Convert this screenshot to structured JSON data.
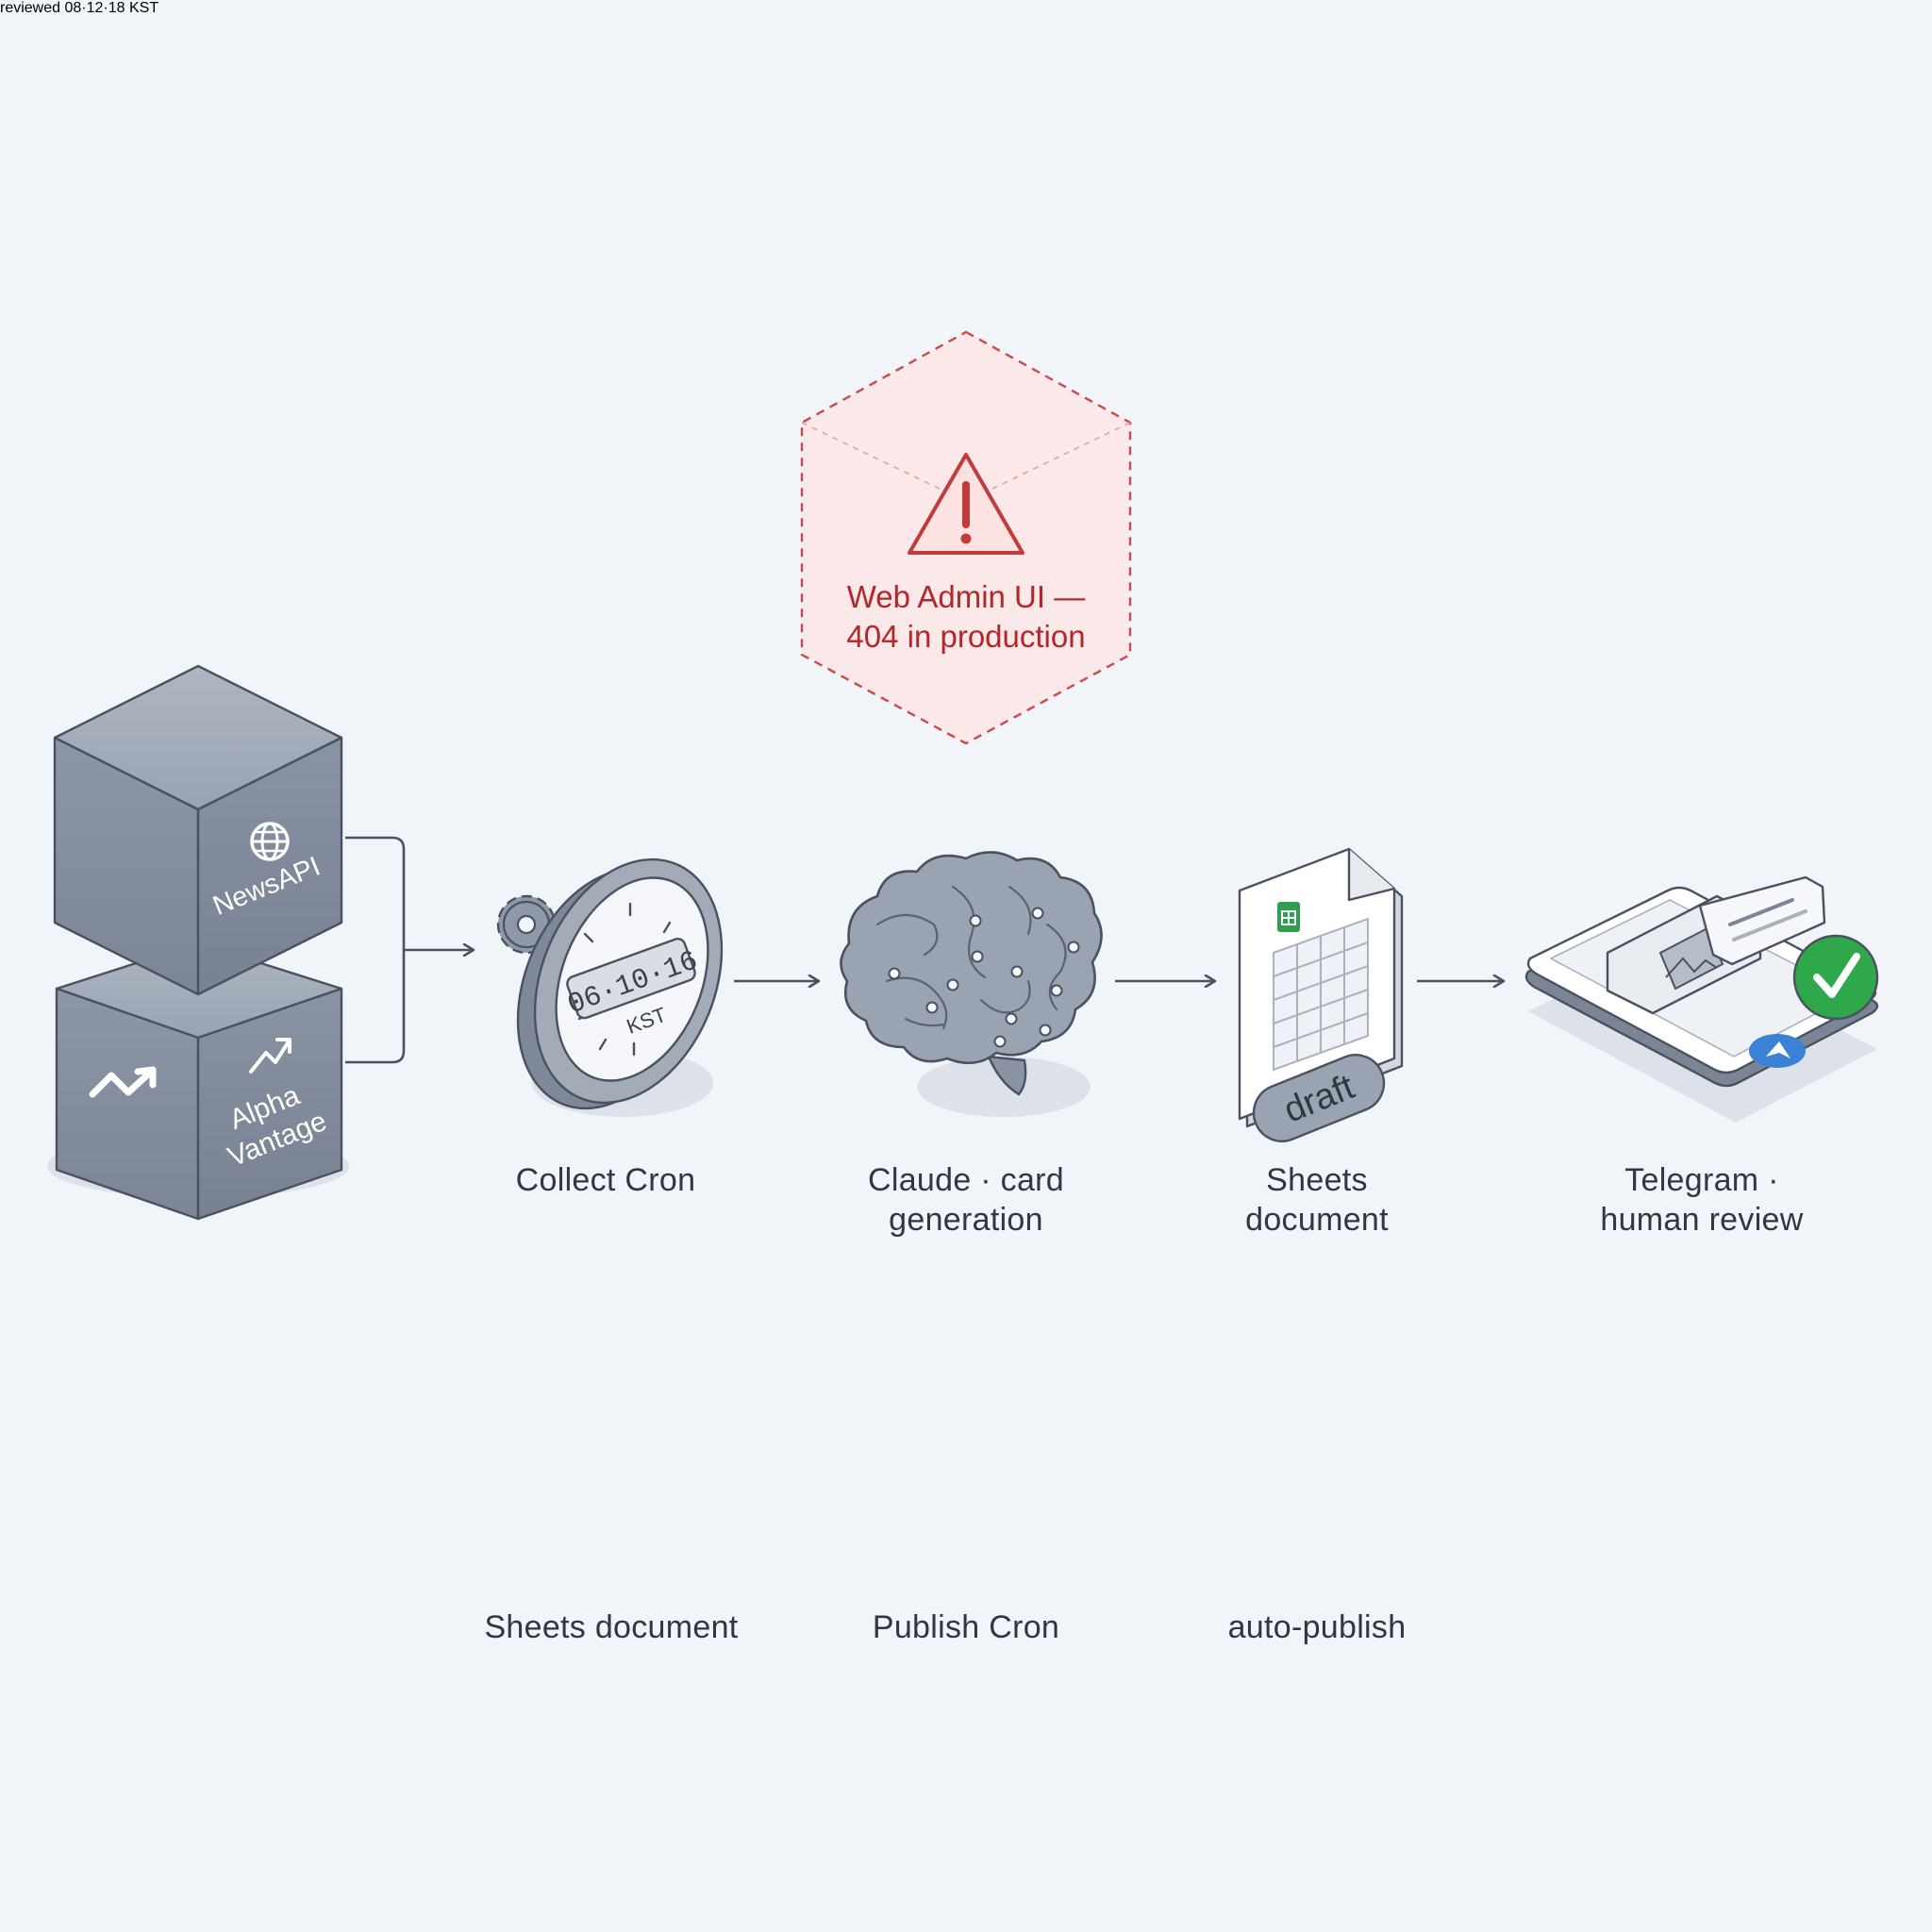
{
  "warning": {
    "line1": "Web Admin UI —",
    "line2": "404 in production",
    "icon": "warning-triangle-icon"
  },
  "sources": {
    "newsapi": {
      "label": "NewsAPI",
      "icon": "globe-icon"
    },
    "alpha": {
      "line1": "Alpha",
      "line2": "Vantage",
      "icon": "trend-arrow-icon"
    }
  },
  "collect_cron": {
    "label": "Collect Cron",
    "time": "06·10·16",
    "tz": "KST",
    "icon": "clock-gear-icon"
  },
  "claude": {
    "line1": "Claude · card",
    "line2": "generation",
    "icon": "brain-icon"
  },
  "sheets_draft": {
    "line1": "Sheets",
    "line2": "document",
    "badge": "draft",
    "icon": "spreadsheet-icon"
  },
  "telegram": {
    "line1": "Telegram ·",
    "line2": "human review",
    "icon": "phone-chat-icon"
  },
  "sheets_reviewed": {
    "label": "Sheets document",
    "badge": "reviewed",
    "icon": "spreadsheet-icon"
  },
  "publish_cron": {
    "label": "Publish Cron",
    "time": "08·12·18",
    "tz": "KST",
    "icon": "clock-gear-icon"
  },
  "auto_publish": {
    "label": "auto-publish",
    "icon": "threads-logo-icon"
  },
  "colors": {
    "background": "#f1f4f8",
    "stroke": "#4a5260",
    "warning": "#b3272b",
    "reviewed": "#3b6fd1",
    "check": "#2ea84a"
  }
}
